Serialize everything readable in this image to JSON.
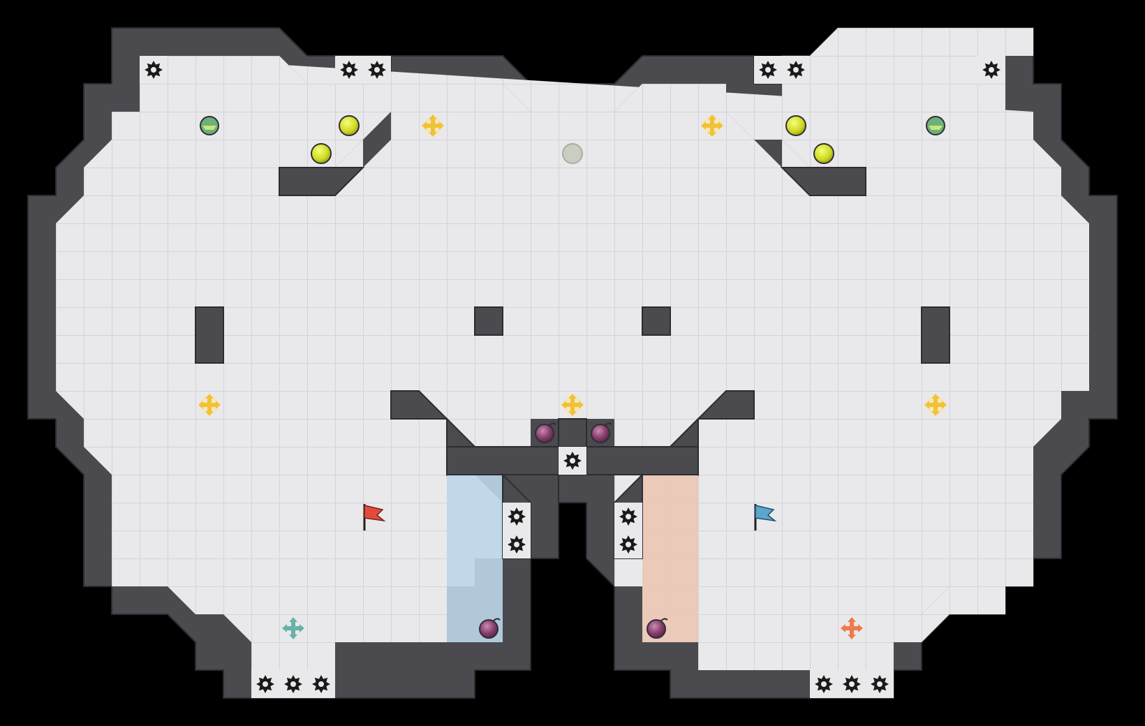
{
  "map": {
    "colors": {
      "background": "#000000",
      "floor": "#e9e9ec",
      "grid": "#d3d3d8",
      "wall": "#4a4a4f",
      "wall_edge": "#2c2c30",
      "blue_team_zone": "#bcd6ea",
      "red_team_zone": "#ebc6b4",
      "spike": "#1a1a1a",
      "boost": "#f2c233",
      "red_flag": "#e24b3b",
      "blue_flag": "#5aa6cc",
      "green_spawn": "#66b3a8",
      "orange_spawn": "#ef7a4c",
      "bomb": "#8a3f6e",
      "button_pad": "#cfd822",
      "gate_pad": "#6cb07a",
      "neutral_pad": "#c9cdc2"
    },
    "entities": [
      {
        "type": "spike",
        "icon": "spike-icon"
      },
      {
        "type": "boost",
        "icon": "boost-icon"
      },
      {
        "type": "bomb",
        "icon": "bomb-icon"
      },
      {
        "type": "button",
        "icon": "button-icon"
      },
      {
        "type": "gate-toggle",
        "icon": "gate-toggle-icon"
      },
      {
        "type": "neutral-pad",
        "icon": "neutral-pad-icon"
      },
      {
        "type": "red-flag",
        "icon": "red-flag-icon"
      },
      {
        "type": "blue-flag",
        "icon": "blue-flag-icon"
      },
      {
        "type": "team-spawn-green",
        "icon": "spawn-arrows-icon"
      },
      {
        "type": "team-spawn-orange",
        "icon": "spawn-arrows-icon"
      }
    ]
  }
}
